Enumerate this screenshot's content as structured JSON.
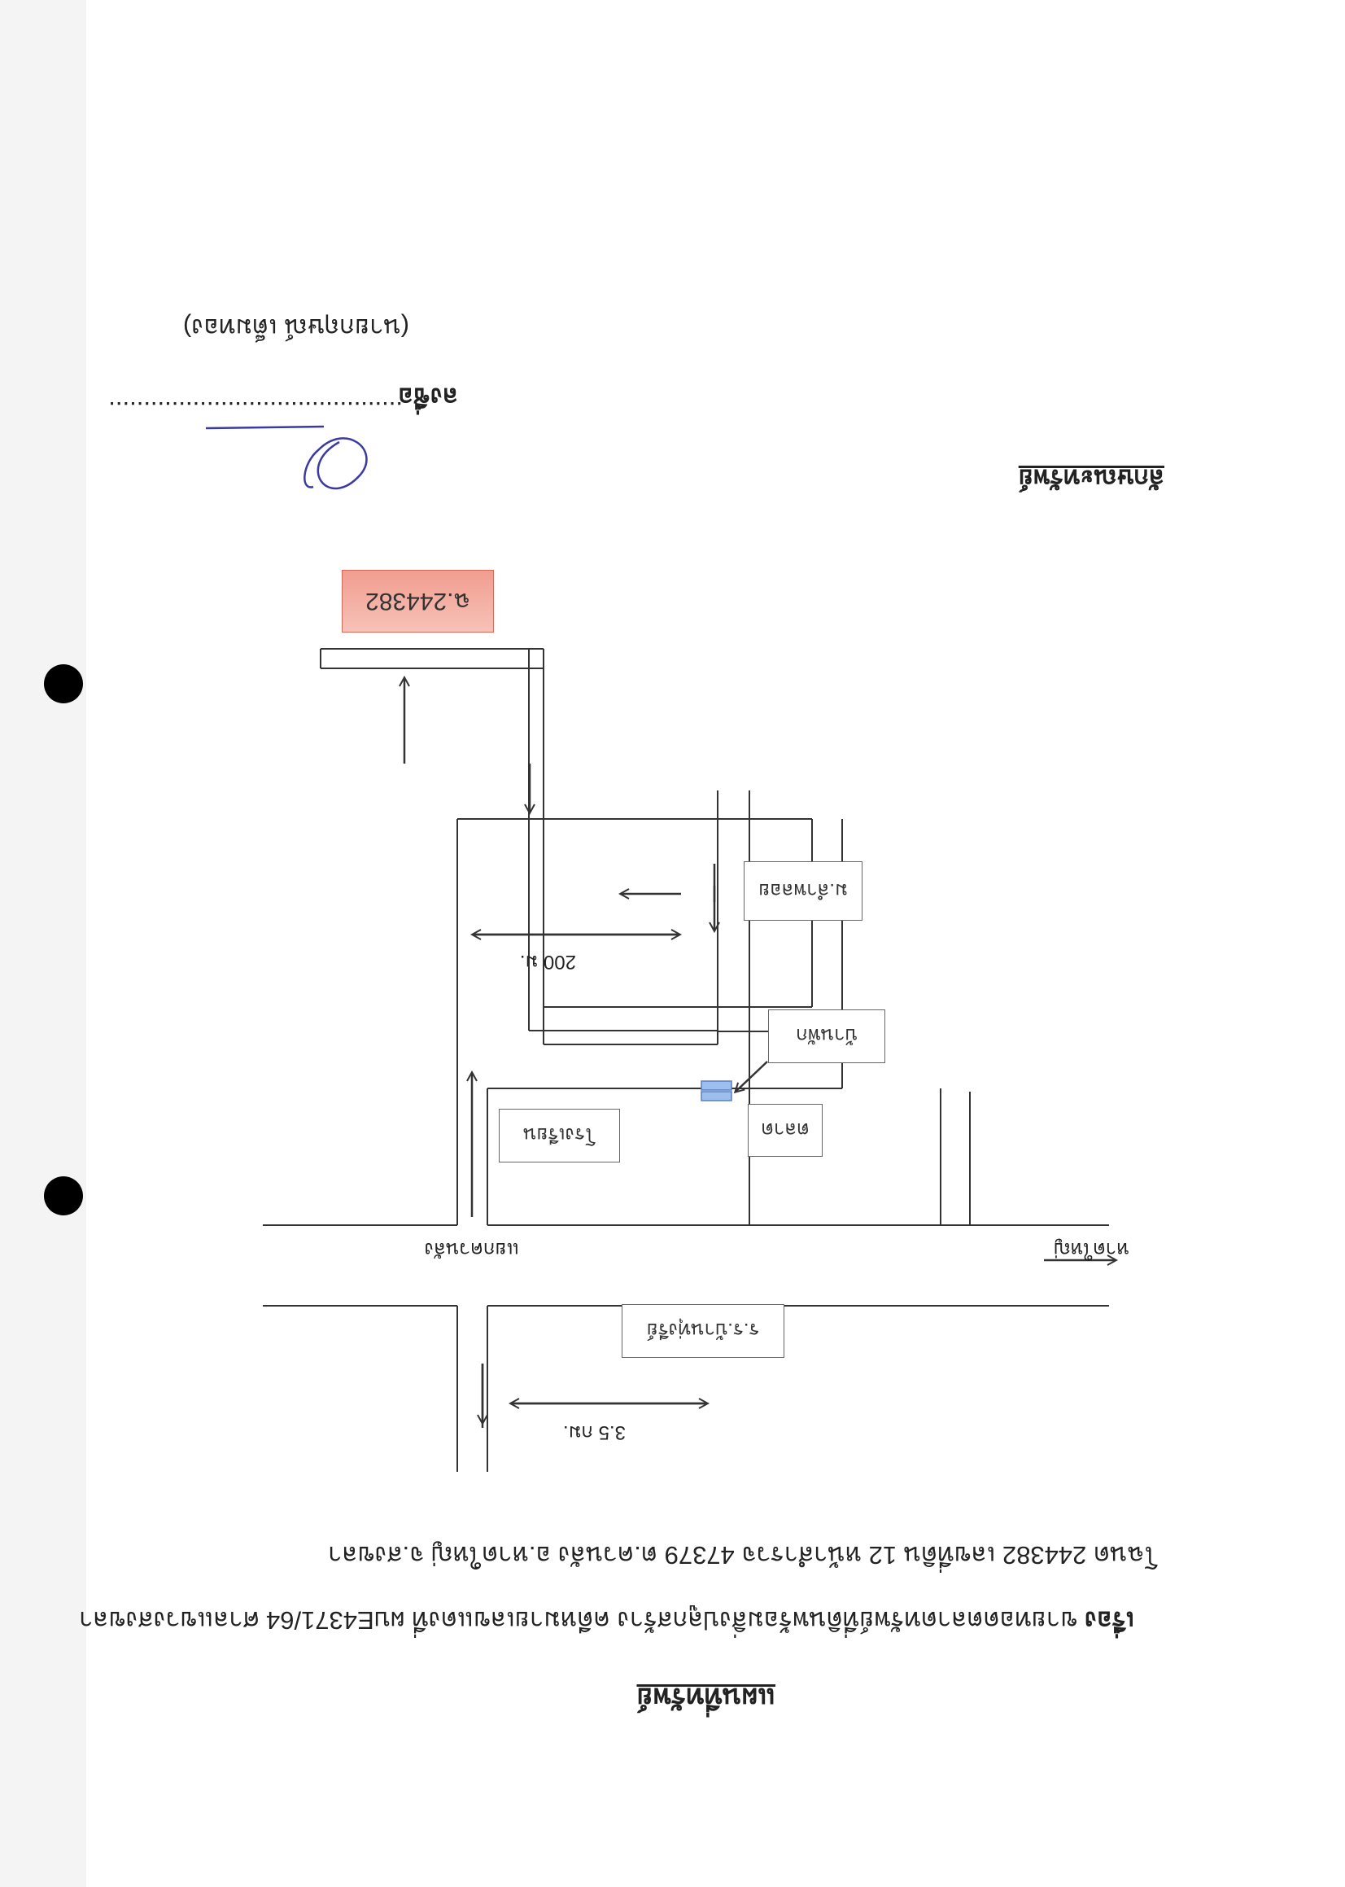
{
  "document": {
    "title": "แผนที่ทรัพย์",
    "subject_prefix": "เรื่อง",
    "subject_text": "ขายทอดตลาดทรัพย์ที่ดินพร้อมสิ่งปลูกสร้าง คดีหมายเลขแดงที่ ผบE4371/64 ศาลแขวงสงขลา",
    "deed_text": "โฉนด 244382 เลขที่ดิน 12 หน้าสำรวจ 47379 ต.ควนลัง อ.หาดใหญ่ จ.สงขลา",
    "section_heading": "ลักษณะทรัพย์",
    "signature_label": "ลงชื่อ",
    "signature_dots": "..........................................",
    "signer_name": "(นายกฤษณ์   เต็มทอง)"
  },
  "map": {
    "stamp_label": "ฉ.244382",
    "distance_top": "200 ม.",
    "distance_bottom": "3.5 กม.",
    "landmarks": {
      "mosque": "ม.ลำพลอย",
      "house": "บ้านพัก",
      "school": "โรงเรียน",
      "market": "ตลาด",
      "junction": "แยกควนลัง",
      "hatyai": "หาดใหญ่",
      "bridge": "ร.ร.บ้านทุ่งรีย์"
    }
  },
  "colors": {
    "ink": "#222222",
    "stamp": "#f19d8f",
    "marker": "#9dbfee",
    "signature": "#3a3aa0"
  }
}
